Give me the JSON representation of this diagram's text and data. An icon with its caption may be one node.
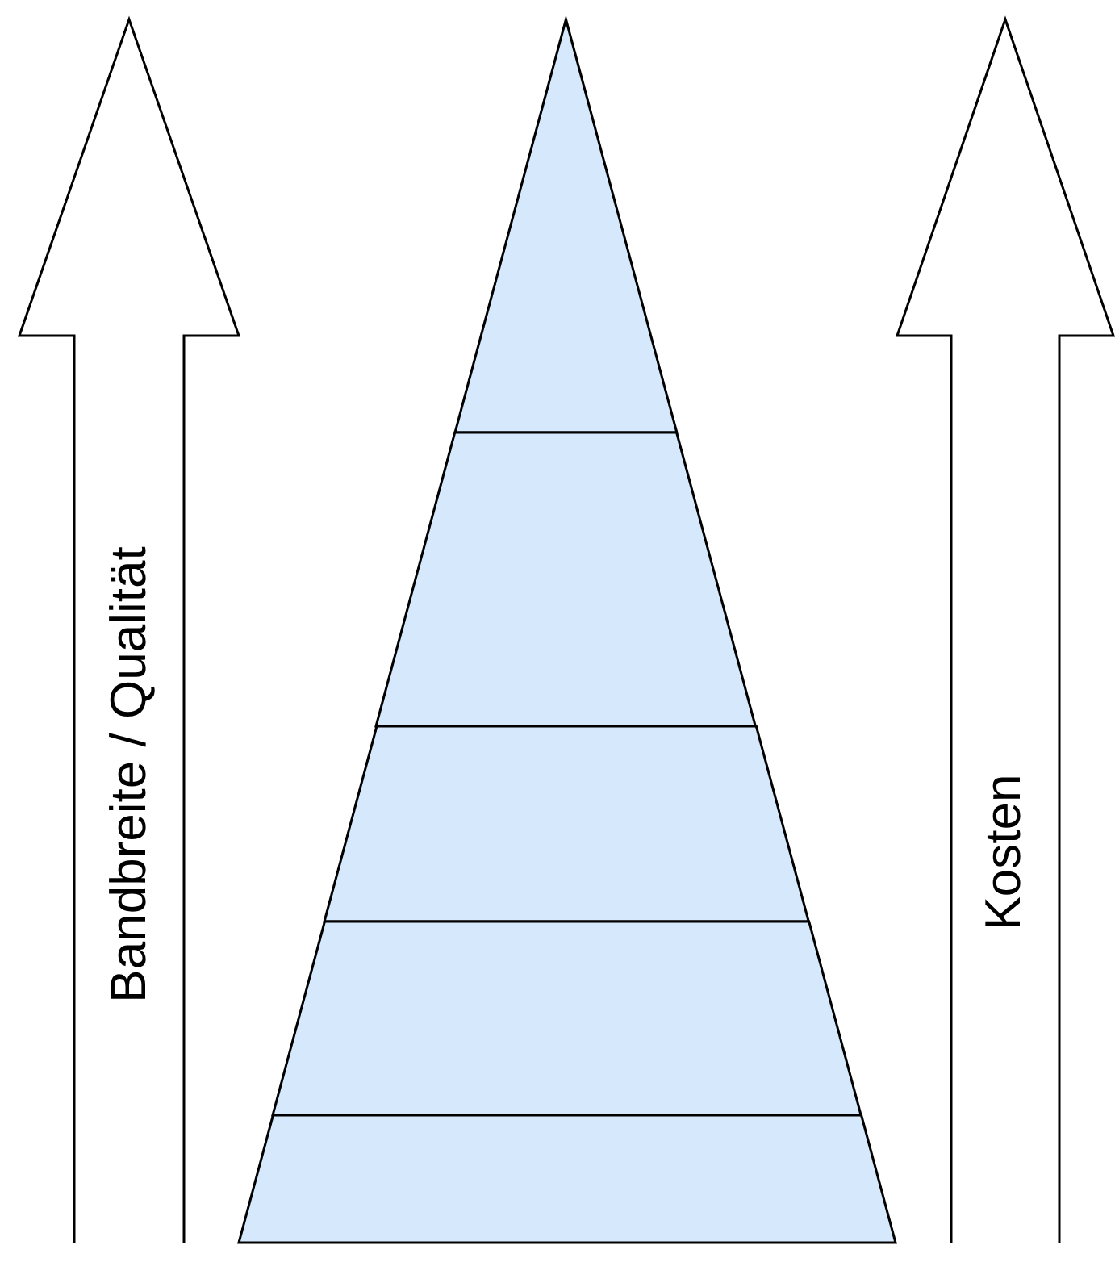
{
  "diagram": {
    "nodes": [
      {
        "text": [
          "Bandbreite / Qualität"
        ]
      },
      {
        "text": [],
        "shape": "triangle"
      },
      {
        "text": [],
        "shape": "trapezoid"
      },
      {
        "text": [],
        "shape": "trapezoid"
      },
      {
        "text": [],
        "shape": "trapezoid"
      },
      {
        "text": [],
        "shape": "trapezoid"
      },
      {
        "text": [
          "Kosten"
        ]
      }
    ]
  }
}
